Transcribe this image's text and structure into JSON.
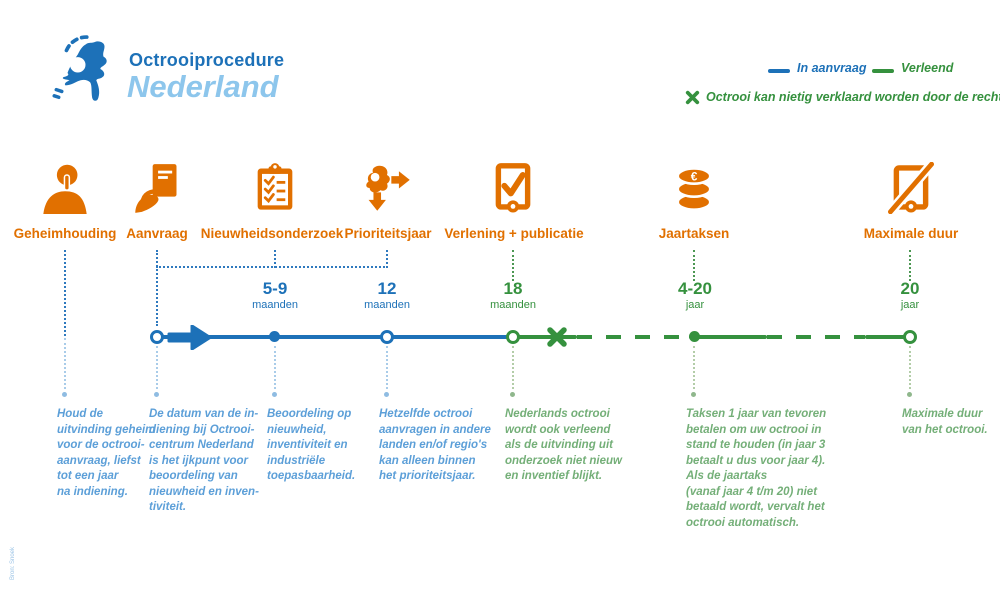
{
  "brand": {
    "title": "Octrooiprocedure",
    "subtitle": "Nederland"
  },
  "legend": {
    "in_aanvraag": "In aanvraag",
    "verleend": "Verleend",
    "nietig_note": "Octrooi kan nietig verklaard worden door de rechter"
  },
  "colors": {
    "orange": "#E17000",
    "blue": "#1D71B8",
    "light_blue": "#8DC6EC",
    "desc_blue": "#5C9FD8",
    "green": "#35913E",
    "desc_green": "#74AF78"
  },
  "stages": [
    {
      "label": "Geheimhouding",
      "icon": "shush-person-icon",
      "desc": "Houd de\nuitvinding geheim\nvoor de octrooi-\naanvraag, liefst\ntot een jaar\nna indiening."
    },
    {
      "label": "Aanvraag",
      "icon": "hand-document-icon",
      "desc": "De datum van de in-\ndiening bij Octrooi-\ncentrum Nederland\nis het ijkpunt voor\nbeoordeling van\nnieuwheid en inven-\ntiviteit."
    },
    {
      "label": "Nieuwheidsonderzoek",
      "icon": "checklist-icon",
      "milestone": "5-9",
      "unit": "maanden",
      "desc": "Beoordeling op\nnieuwheid,\ninventiviteit en\nindustriële\ntoepasbaarheid."
    },
    {
      "label": "Prioriteitsjaar",
      "icon": "map-arrows-icon",
      "milestone": "12",
      "unit": "maanden",
      "desc": "Hetzelfde octrooi\naanvragen in andere\nlanden en/of regio's\nkan alleen binnen\nhet prioriteitsjaar."
    },
    {
      "label": "Verlening + publicatie",
      "icon": "certificate-check-icon",
      "milestone": "18",
      "unit": "maanden",
      "desc": "Nederlands octrooi\nwordt ook verleend\nals de uitvinding uit\nonderzoek niet nieuw\nen inventief blijkt."
    },
    {
      "label": "Jaartaksen",
      "icon": "coins-icon",
      "milestone": "4-20",
      "unit": "jaar",
      "desc": "Taksen 1 jaar van tevoren\nbetalen om uw octrooi in\nstand te houden (in jaar 3\nbetaalt u dus voor jaar 4).\nAls de jaartaks\n(vanaf jaar 4 t/m 20) niet\nbetaald wordt, vervalt het\noctrooi automatisch."
    },
    {
      "label": "Maximale duur",
      "icon": "expired-document-icon",
      "milestone": "20",
      "unit": "jaar",
      "desc": "Maximale duur\nvan het octrooi."
    }
  ],
  "credit": "Bron: Snoek"
}
